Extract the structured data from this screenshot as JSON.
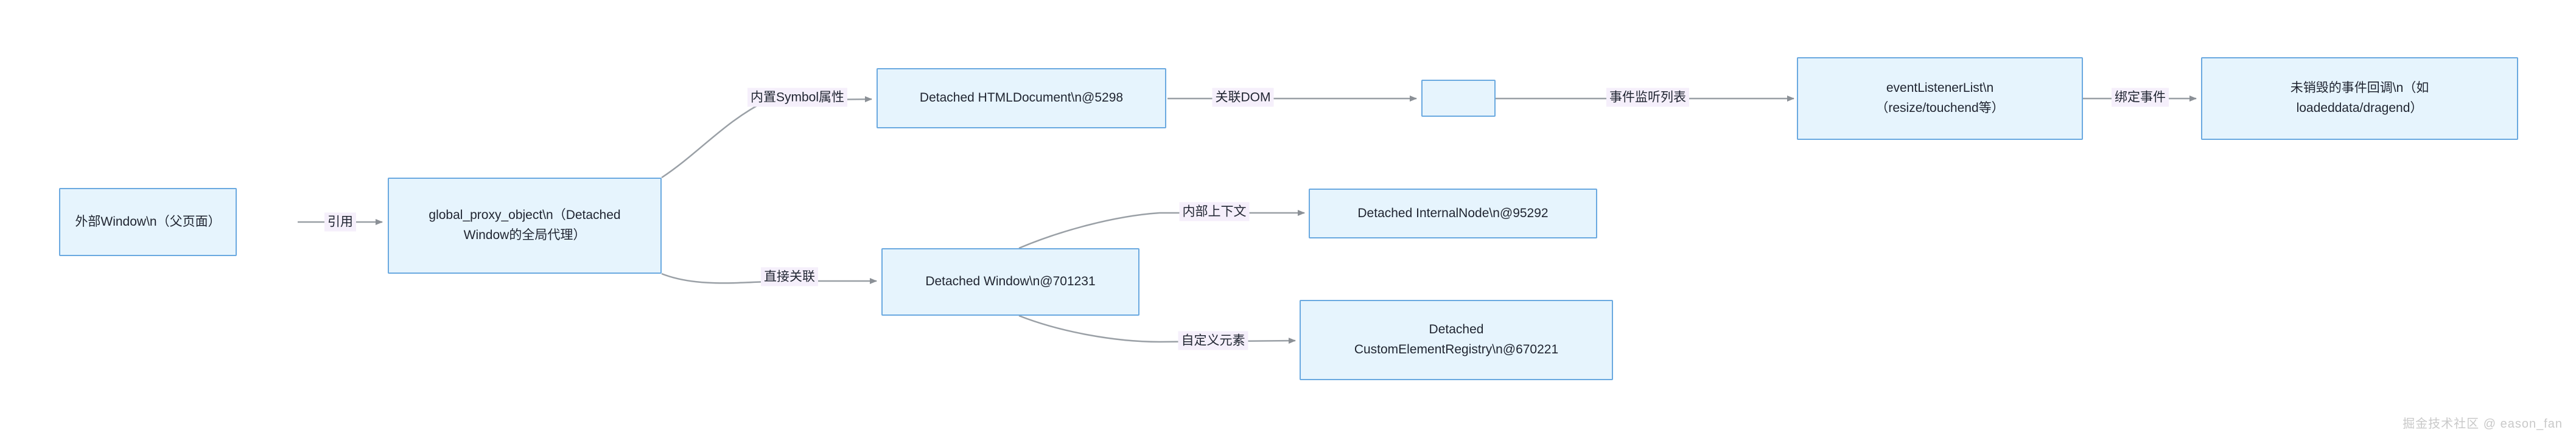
{
  "diagram": {
    "type": "flowchart",
    "direction": "left-to-right",
    "background_color": "#ffffff",
    "node_fill_color": "#e6f4fd",
    "node_border_color": "#6aa9e0",
    "edge_color": "#9aa0a6",
    "edge_label_background": "#f5effb",
    "nodes": [
      {
        "id": "outer-window",
        "label": "外部Window\\n（父页面）"
      },
      {
        "id": "global-proxy",
        "label": "global_proxy_object\\n（Detached\nWindow的全局代理）"
      },
      {
        "id": "html-document",
        "label": "Detached HTMLDocument\\n@5298"
      },
      {
        "id": "unnamed-box",
        "label": ""
      },
      {
        "id": "event-listener-list",
        "label": "eventListenerList\\n\n（resize/touchend等）"
      },
      {
        "id": "pending-callbacks",
        "label": "未销毁的事件回调\\n（如\nloadeddata/dragend）"
      },
      {
        "id": "detached-window",
        "label": "Detached Window\\n@701231"
      },
      {
        "id": "internal-node",
        "label": "Detached InternalNode\\n@95292"
      },
      {
        "id": "custom-element-registry",
        "label": "Detached\nCustomElementRegistry\\n@670221"
      }
    ],
    "edges": [
      {
        "from": "outer-window",
        "to": "global-proxy",
        "label": "引用"
      },
      {
        "from": "global-proxy",
        "to": "html-document",
        "label": "内置Symbol属性"
      },
      {
        "from": "html-document",
        "to": "unnamed-box",
        "label": "关联DOM"
      },
      {
        "from": "unnamed-box",
        "to": "event-listener-list",
        "label": "事件监听列表"
      },
      {
        "from": "event-listener-list",
        "to": "pending-callbacks",
        "label": "绑定事件"
      },
      {
        "from": "global-proxy",
        "to": "detached-window",
        "label": "直接关联"
      },
      {
        "from": "detached-window",
        "to": "internal-node",
        "label": "内部上下文"
      },
      {
        "from": "detached-window",
        "to": "custom-element-registry",
        "label": "自定义元素"
      }
    ]
  },
  "watermark": {
    "text": "掘金技术社区 @ eason_fan"
  }
}
